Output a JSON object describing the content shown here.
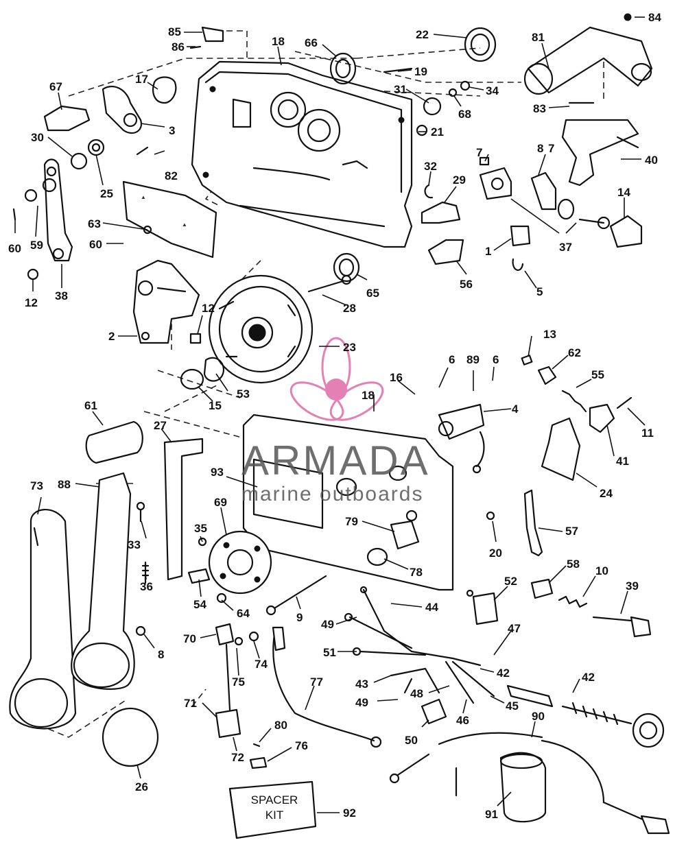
{
  "watermark": {
    "brand": "ARMADA",
    "tagline": "marine outboards",
    "brand_color": "#e06aa8",
    "text_color": "#555555"
  },
  "spacer_kit": {
    "line1": "SPACER",
    "line2": "KIT",
    "number": "92"
  },
  "callouts": {
    "c85": "85",
    "c86": "86",
    "c18a": "18",
    "c66": "66",
    "c22": "22",
    "c81": "81",
    "c84": "84",
    "c67": "67",
    "c17": "17",
    "c19": "19",
    "c31": "31",
    "c34": "34",
    "c68": "68",
    "c83": "83",
    "c30": "30",
    "c3": "3",
    "c25": "25",
    "c82": "82",
    "c21": "21",
    "c7": "7",
    "c8": "8",
    "c7b": "7",
    "c40": "40",
    "c32": "32",
    "c29": "29",
    "c14": "14",
    "c63": "63",
    "c60a": "60",
    "c60b": "60",
    "c59": "59",
    "c37": "37",
    "c1": "1",
    "c56": "56",
    "c12a": "12",
    "c38": "38",
    "c65": "65",
    "c5": "5",
    "c2": "2",
    "c12b": "12",
    "c28": "28",
    "c23": "23",
    "c13": "13",
    "c62": "62",
    "c6a": "6",
    "c89": "89",
    "c6b": "6",
    "c16": "16",
    "c18b": "18",
    "c53": "53",
    "c15": "15",
    "c55": "55",
    "c4": "4",
    "c11": "11",
    "c61": "61",
    "c27": "27",
    "c41": "41",
    "c24": "24",
    "c73": "73",
    "c88": "88",
    "c93": "93",
    "c69": "69",
    "c79": "79",
    "c20": "20",
    "c57": "57",
    "c35": "35",
    "c33": "33",
    "c36": "36",
    "c78": "78",
    "c58": "58",
    "c10": "10",
    "c39": "39",
    "c54": "54",
    "c64": "64",
    "c9": "9",
    "c52": "52",
    "c44": "44",
    "c49a": "49",
    "c8b": "8",
    "c70": "70",
    "c74": "74",
    "c47": "47",
    "c51": "51",
    "c75": "75",
    "c77": "77",
    "c42a": "42",
    "c42b": "42",
    "c43": "43",
    "c48": "48",
    "c45": "45",
    "c49b": "49",
    "c71": "71",
    "c46": "46",
    "c50": "50",
    "c80": "80",
    "c90": "90",
    "c76": "76",
    "c72": "72",
    "c26": "26",
    "c91": "91"
  }
}
